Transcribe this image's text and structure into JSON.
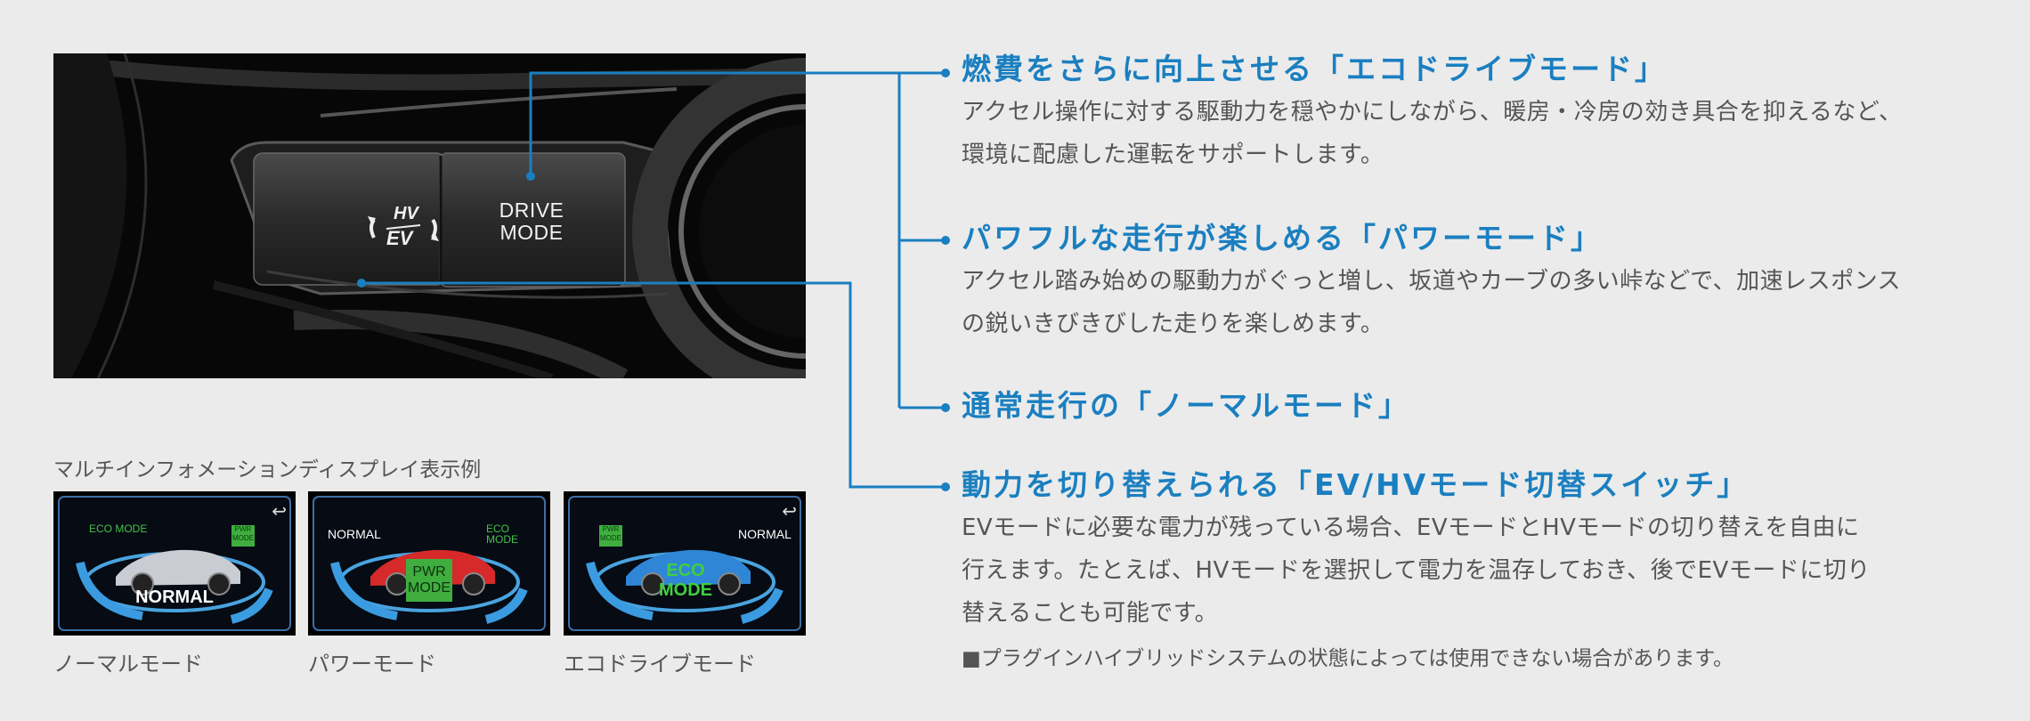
{
  "photo": {
    "drive_mode_button": "DRIVE\nMODE",
    "hv_label": "HV",
    "ev_label": "EV"
  },
  "sections": [
    {
      "title": "燃費をさらに向上させる「エコドライブモード」",
      "body_lines": [
        "アクセル操作に対する駆動力を穏やかにしながら、暖房・冷房の効き具合を抑えるなど、",
        "環境に配慮した運転をサポートします。"
      ]
    },
    {
      "title": "パワフルな走行が楽しめる「パワーモード」",
      "body_lines": [
        "アクセル踏み始めの駆動力がぐっと増し、坂道やカーブの多い峠などで、加速レスポンス",
        "の鋭いきびきびした走りを楽しめます。"
      ]
    },
    {
      "title": "通常走行の「ノーマルモード」",
      "body_lines": []
    },
    {
      "title": "動力を切り替えられる「EV/HVモード切替スイッチ」",
      "body_lines": [
        "EVモードに必要な電力が残っている場合、EVモードとHVモードの切り替えを自由に",
        "行えます。たとえば、HVモードを選択して電力を温存しておき、後でEVモードに切り",
        "替えることも可能です。"
      ]
    }
  ],
  "note": "■プラグインハイブリッドシステムの状態によっては使用できない場合があります。",
  "display_example": {
    "caption": "マルチインフォメーションディスプレイ表示例",
    "screens": [
      {
        "caption": "ノーマルモード",
        "main_label": "NORMAL",
        "left_tag": "ECO MODE",
        "right_tag": "PWR MODE",
        "car_color": "#c9ccd2"
      },
      {
        "caption": "パワーモード",
        "main_label": "PWR MODE",
        "left_tag": "NORMAL",
        "right_tag": "ECO MODE",
        "car_color": "#d62a2a"
      },
      {
        "caption": "エコドライブモード",
        "main_label": "ECO MODE",
        "left_tag": "PWR MODE",
        "right_tag": "NORMAL",
        "car_color": "#2f86d6"
      }
    ]
  },
  "colors": {
    "accent": "#1a7fc0",
    "body_text": "#555555",
    "background": "#ebebeb"
  }
}
